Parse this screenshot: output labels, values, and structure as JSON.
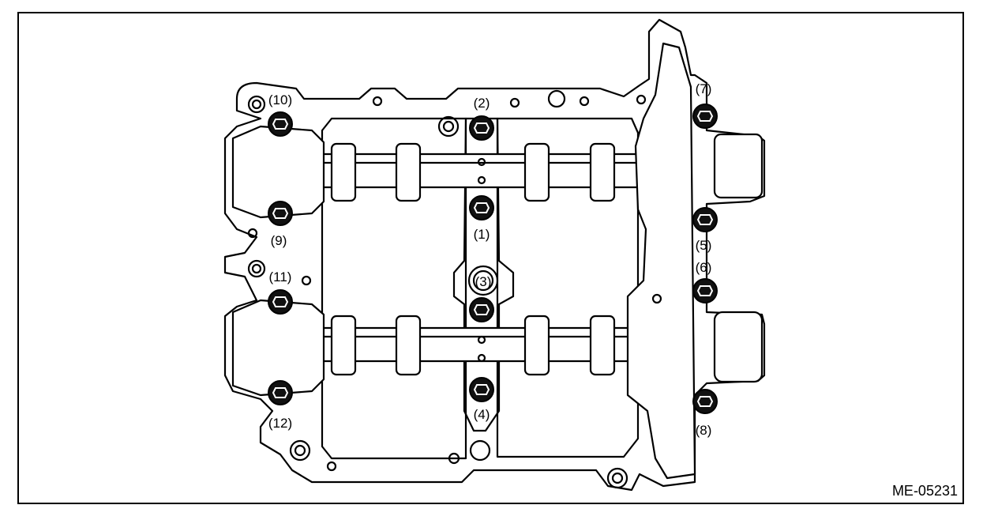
{
  "figure": {
    "code": "ME-05231",
    "bolt_labels": [
      "(1)",
      "(2)",
      "(3)",
      "(4)",
      "(5)",
      "(6)",
      "(7)",
      "(8)",
      "(9)",
      "(10)",
      "(11)",
      "(12)"
    ]
  },
  "colors": {
    "ink": "#000000",
    "paper": "#ffffff",
    "bolt": "#111111"
  }
}
